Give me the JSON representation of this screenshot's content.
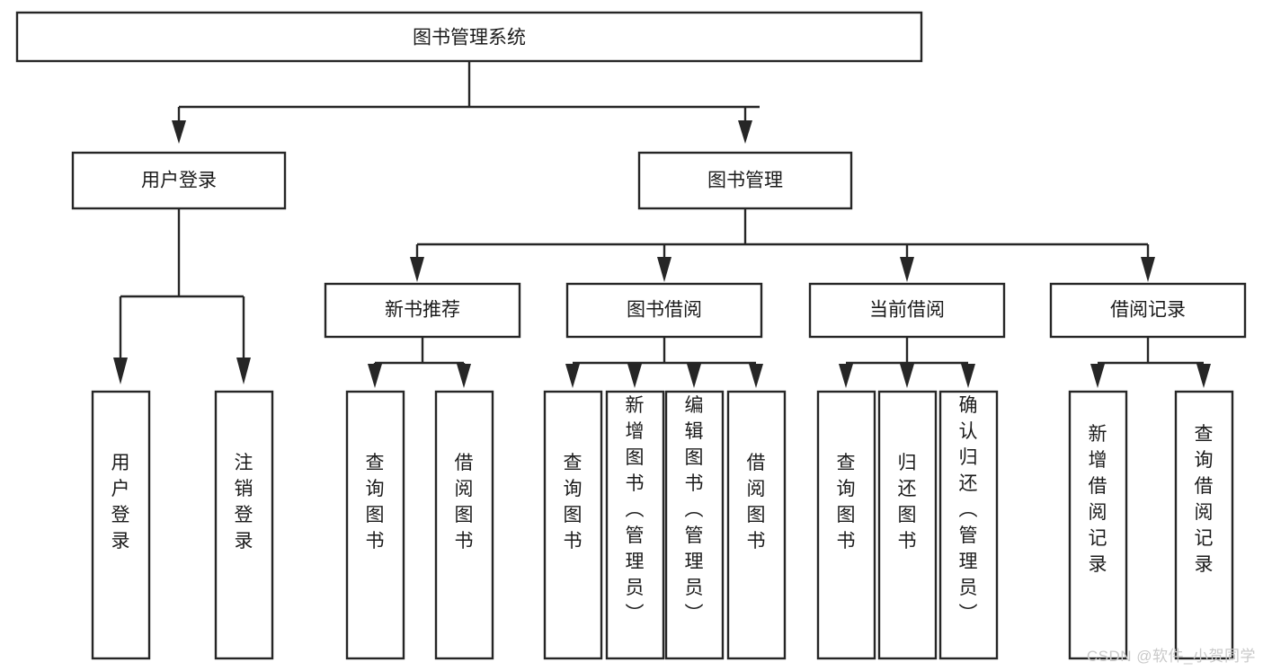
{
  "diagram": {
    "title": "图书管理系统",
    "type": "tree",
    "watermark": "CSDN @软件_小贺同学",
    "colors": {
      "box_stroke": "#262626",
      "box_fill": "#ffffff",
      "text": "#1b1b1b",
      "connector": "#262626",
      "watermark": "#c9c9c9",
      "background": "#ffffff"
    },
    "levels": {
      "level1": [
        {
          "id": "root",
          "label": "图书管理系统",
          "orientation": "horizontal"
        }
      ],
      "level2": [
        {
          "id": "user-login",
          "label": "用户登录",
          "orientation": "horizontal"
        },
        {
          "id": "book-manage",
          "label": "图书管理",
          "orientation": "horizontal"
        }
      ],
      "level3": [
        {
          "id": "new-book-recommend",
          "label": "新书推荐",
          "orientation": "horizontal"
        },
        {
          "id": "book-borrow",
          "label": "图书借阅",
          "orientation": "horizontal"
        },
        {
          "id": "current-borrow",
          "label": "当前借阅",
          "orientation": "horizontal"
        },
        {
          "id": "borrow-record",
          "label": "借阅记录",
          "orientation": "horizontal"
        }
      ],
      "level4": [
        {
          "id": "leaf-user-login",
          "label": "用户登录",
          "orientation": "vertical",
          "parent": "user-login"
        },
        {
          "id": "leaf-logout-login",
          "label": "注销登录",
          "orientation": "vertical",
          "parent": "user-login"
        },
        {
          "id": "leaf-query-book-1",
          "label": "查询图书",
          "orientation": "vertical",
          "parent": "new-book-recommend"
        },
        {
          "id": "leaf-borrow-book-1",
          "label": "借阅图书",
          "orientation": "vertical",
          "parent": "new-book-recommend"
        },
        {
          "id": "leaf-query-book-2",
          "label": "查询图书",
          "orientation": "vertical",
          "parent": "book-borrow"
        },
        {
          "id": "leaf-add-book",
          "label": "新增图书（管理员）",
          "orientation": "vertical",
          "parent": "book-borrow"
        },
        {
          "id": "leaf-edit-book",
          "label": "编辑图书（管理员）",
          "orientation": "vertical",
          "parent": "book-borrow"
        },
        {
          "id": "leaf-borrow-book-2",
          "label": "借阅图书",
          "orientation": "vertical",
          "parent": "book-borrow"
        },
        {
          "id": "leaf-query-book-3",
          "label": "查询图书",
          "orientation": "vertical",
          "parent": "current-borrow"
        },
        {
          "id": "leaf-return-book",
          "label": "归还图书",
          "orientation": "vertical",
          "parent": "current-borrow"
        },
        {
          "id": "leaf-confirm-return",
          "label": "确认归还（管理员）",
          "orientation": "vertical",
          "parent": "current-borrow"
        },
        {
          "id": "leaf-add-record",
          "label": "新增借阅记录",
          "orientation": "vertical",
          "parent": "borrow-record"
        },
        {
          "id": "leaf-query-record",
          "label": "查询借阅记录",
          "orientation": "vertical",
          "parent": "borrow-record"
        }
      ]
    },
    "edges": [
      {
        "from": "root",
        "to": "user-login"
      },
      {
        "from": "root",
        "to": "book-manage"
      },
      {
        "from": "user-login",
        "to": "leaf-user-login"
      },
      {
        "from": "user-login",
        "to": "leaf-logout-login"
      },
      {
        "from": "book-manage",
        "to": "new-book-recommend"
      },
      {
        "from": "book-manage",
        "to": "book-borrow"
      },
      {
        "from": "book-manage",
        "to": "current-borrow"
      },
      {
        "from": "book-manage",
        "to": "borrow-record"
      },
      {
        "from": "new-book-recommend",
        "to": "leaf-query-book-1"
      },
      {
        "from": "new-book-recommend",
        "to": "leaf-borrow-book-1"
      },
      {
        "from": "book-borrow",
        "to": "leaf-query-book-2"
      },
      {
        "from": "book-borrow",
        "to": "leaf-add-book"
      },
      {
        "from": "book-borrow",
        "to": "leaf-edit-book"
      },
      {
        "from": "book-borrow",
        "to": "leaf-borrow-book-2"
      },
      {
        "from": "current-borrow",
        "to": "leaf-query-book-3"
      },
      {
        "from": "current-borrow",
        "to": "leaf-return-book"
      },
      {
        "from": "current-borrow",
        "to": "leaf-confirm-return"
      },
      {
        "from": "borrow-record",
        "to": "leaf-add-record"
      },
      {
        "from": "borrow-record",
        "to": "leaf-query-record"
      }
    ]
  }
}
